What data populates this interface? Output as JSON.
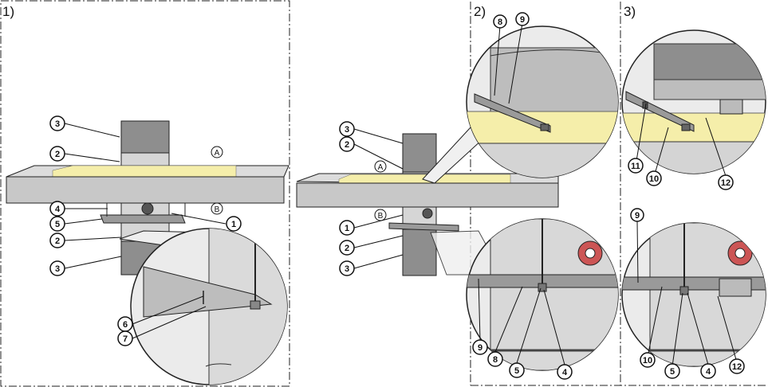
{
  "panels": [
    {
      "label": "1)"
    },
    {
      "label": "2)"
    },
    {
      "label": "3)"
    }
  ],
  "letters": {
    "a": "A",
    "b": "B"
  },
  "callouts": {
    "n1": "1",
    "n2": "2",
    "n3": "3",
    "n4": "4",
    "n5": "5",
    "n6": "6",
    "n7": "7",
    "n8": "8",
    "n9": "9",
    "n10": "10",
    "n11": "11",
    "n12": "12"
  },
  "colors": {
    "slab": "#c8c8c8",
    "slab_top": "#dcdcdc",
    "insulation": "#f5eeaa",
    "pipe_dark": "#8e8e8e",
    "pipe_light": "#d4d4d4",
    "bracket": "#9a9a9a"
  }
}
